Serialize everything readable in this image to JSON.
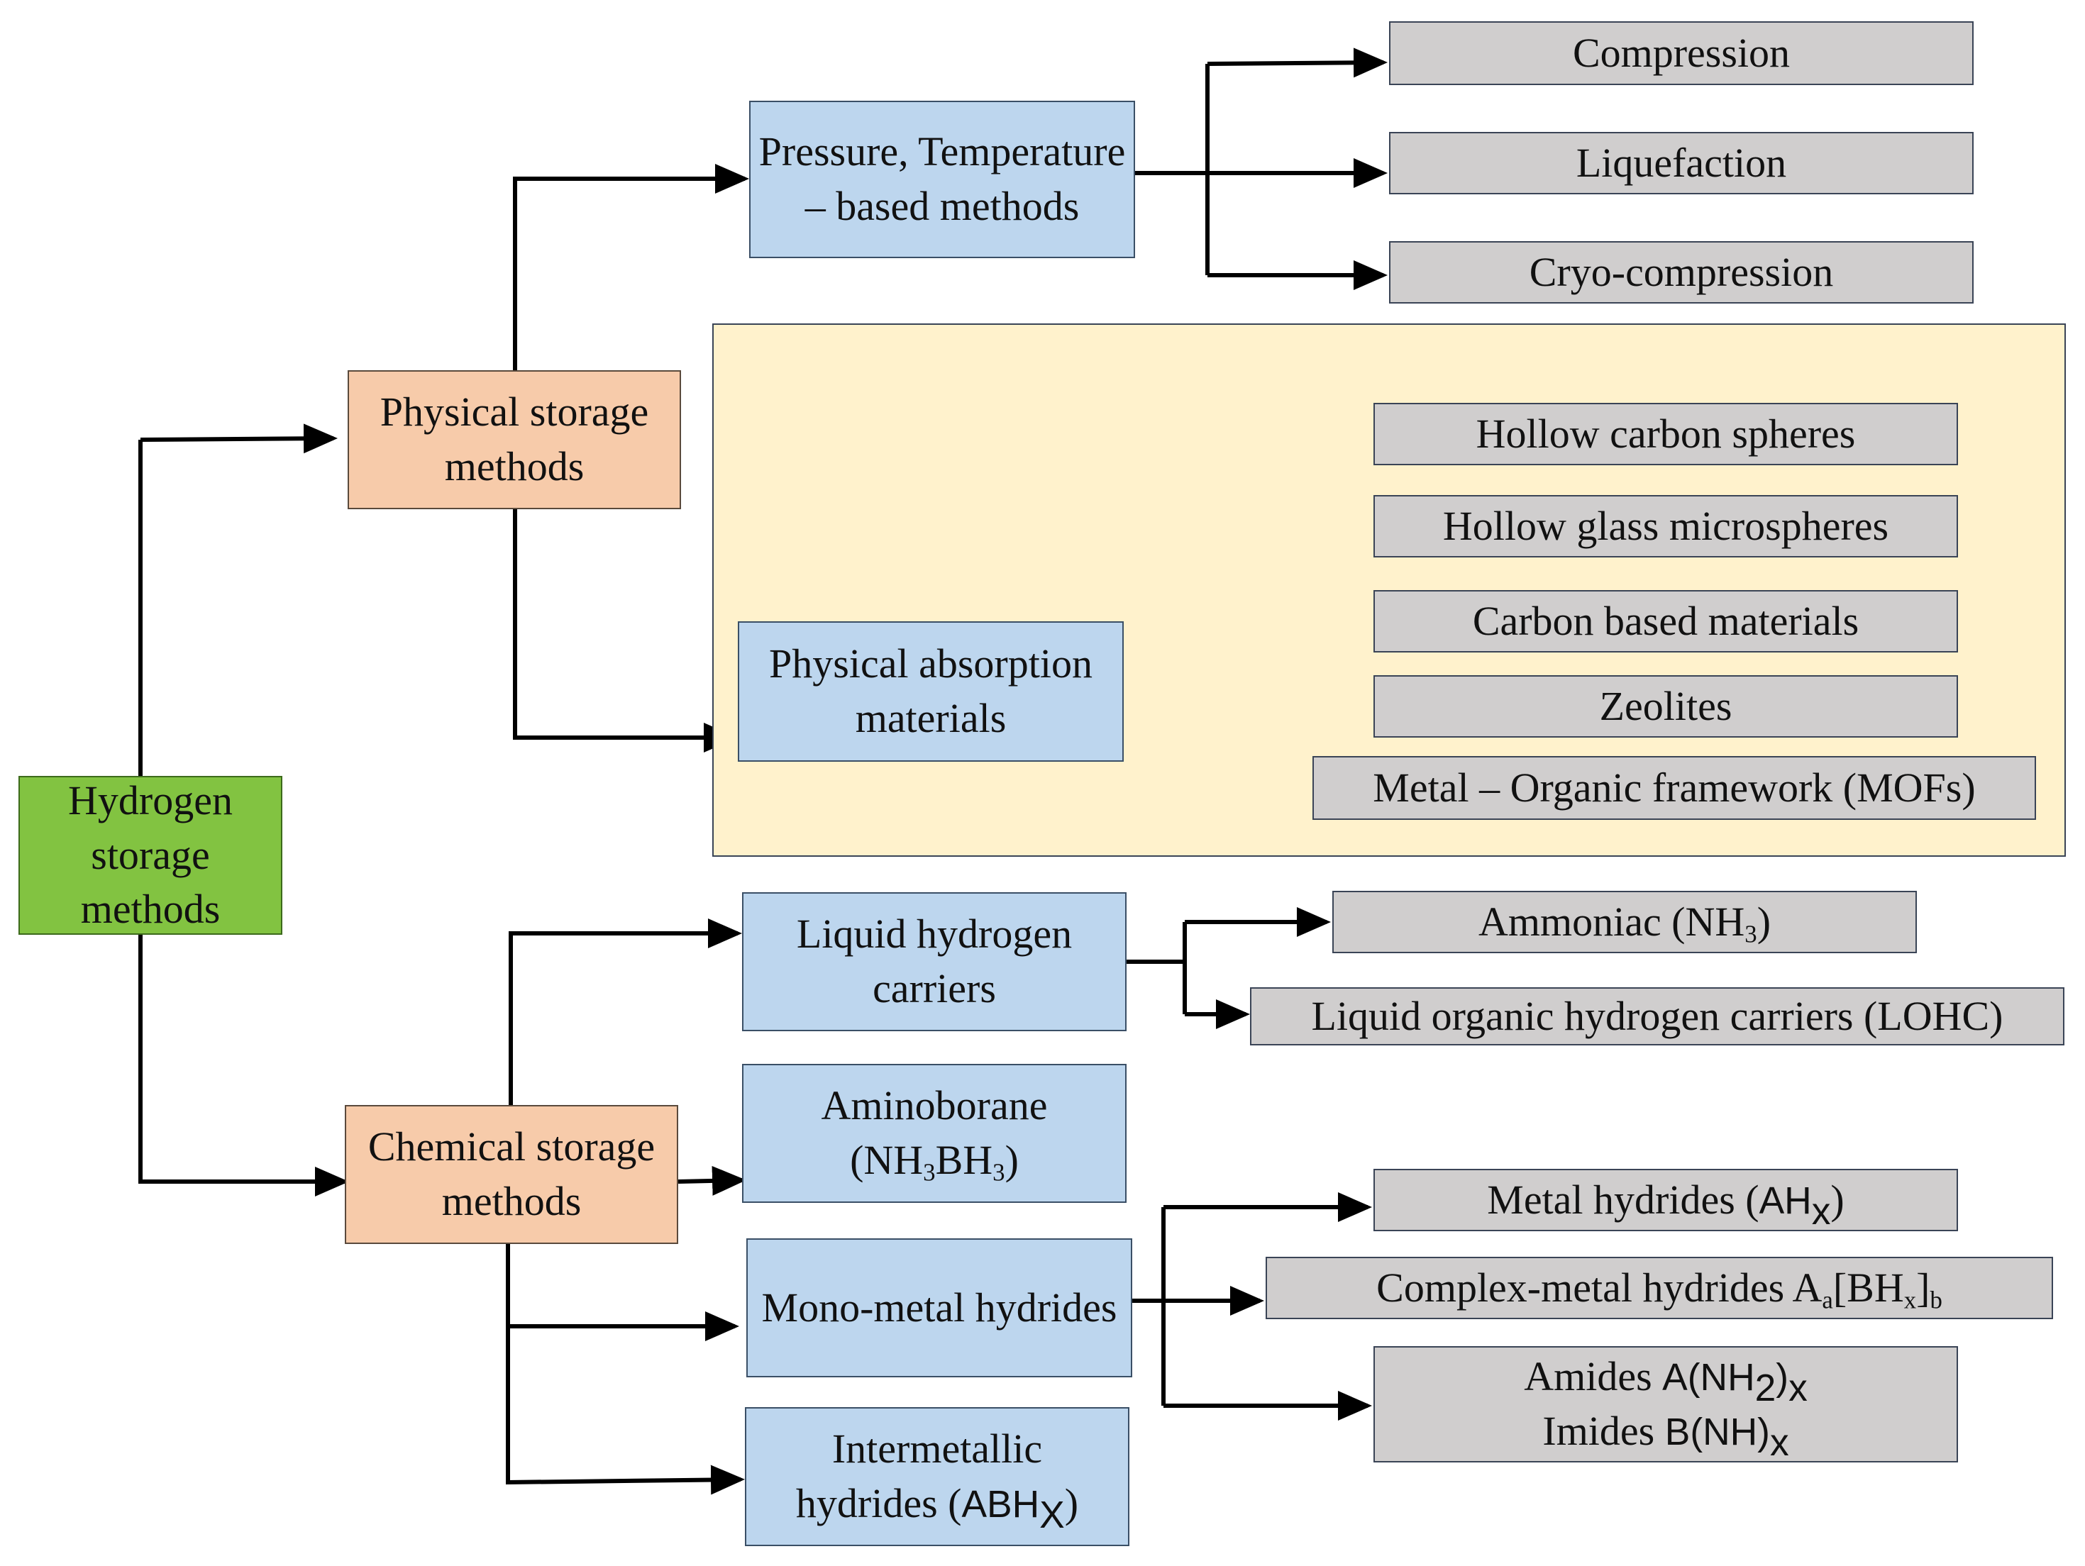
{
  "root": {
    "label": "Hydrogen storage methods"
  },
  "physical": {
    "label": "Physical storage methods",
    "pressure_temperature": {
      "label": "Pressure, Temperature – based methods",
      "children": [
        "Compression",
        "Liquefaction",
        "Cryo-compression"
      ]
    },
    "absorption": {
      "label": "Physical absorption materials",
      "children": [
        "Hollow carbon spheres",
        "Hollow glass microspheres",
        "Carbon based materials",
        "Zeolites",
        "Metal – Organic framework (MOFs)"
      ]
    }
  },
  "chemical": {
    "label": "Chemical storage methods",
    "liquid_carriers": {
      "label": "Liquid hydrogen carriers",
      "children": {
        "ammoniac": {
          "text": "Ammoniac (NH",
          "sub": "3",
          "close": ")"
        },
        "lohc": "Liquid organic hydrogen carriers (LOHC)"
      }
    },
    "aminoborane": {
      "label": "Aminoborane",
      "formula_a": "(NH",
      "sub_a": "3",
      "formula_b": "BH",
      "sub_b": "3",
      "close": ")"
    },
    "mono_metal": {
      "label": "Mono-metal hydrides",
      "children": {
        "metal_hydrides": {
          "text": "Metal hydrides (",
          "formula": "AH",
          "sub": "x",
          "close": ")"
        },
        "complex": {
          "text": "Complex-metal hydrides A",
          "sub_a": "a",
          "mid": "[BH",
          "sub_x": "x",
          "close": "]",
          "sub_b": "b"
        },
        "amides": {
          "text": "Amides ",
          "formula": "A(NH",
          "sub": "2",
          "close": ")",
          "sub_x": "x"
        },
        "imides": {
          "text": "Imides ",
          "formula": "B(NH)",
          "sub_x": "x"
        }
      }
    },
    "intermetallic": {
      "line1": "Intermetallic",
      "line2": "hydrides (",
      "formula": "ABH",
      "sub": "X",
      "close": ")"
    }
  },
  "colors": {
    "root": "#82c341",
    "category": "#f7cbaa",
    "method": "#bdd6ee",
    "leaf": "#d0cece",
    "panel": "#fff2cc",
    "connector": "#000000"
  }
}
